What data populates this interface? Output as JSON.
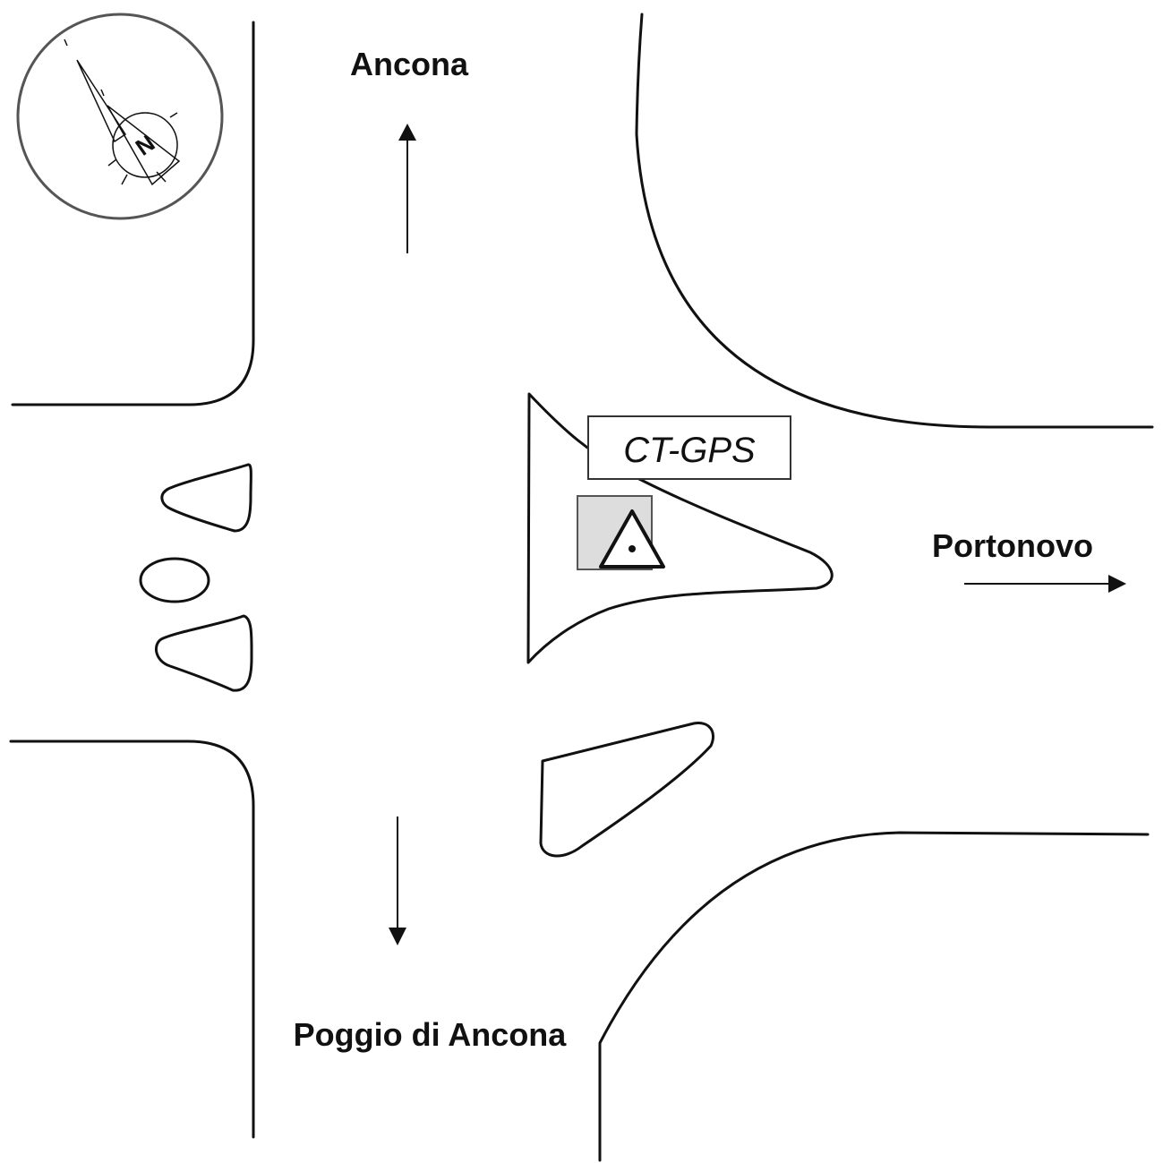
{
  "compass": {
    "letter": "N",
    "icon": "north-arrow-icon"
  },
  "labels": {
    "north": "Ancona",
    "east": "Portonovo",
    "south": "Poggio di Ancona"
  },
  "station": {
    "name": "CT-GPS",
    "icon": "gps-station-triangle-icon",
    "marker_fill": "#dddddd"
  }
}
